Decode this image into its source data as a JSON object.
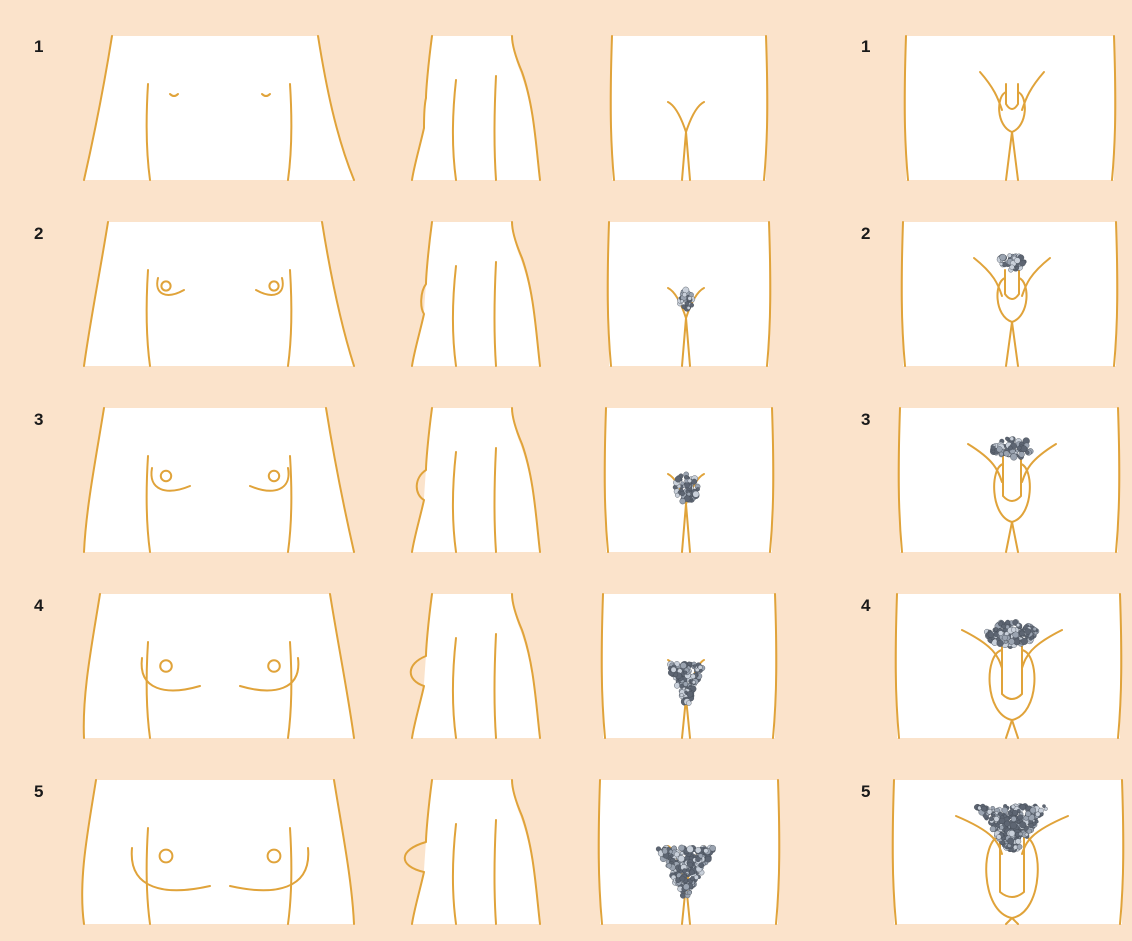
{
  "figure": {
    "stages": [
      {
        "label": "1"
      },
      {
        "label": "2"
      },
      {
        "label": "3"
      },
      {
        "label": "4"
      },
      {
        "label": "5"
      }
    ],
    "colors": {
      "background": "#fbe3cb",
      "panel": "#ffffff",
      "outline": "#e0a33a",
      "hair": "#8e96a3",
      "number": "#1a1a1a"
    }
  }
}
